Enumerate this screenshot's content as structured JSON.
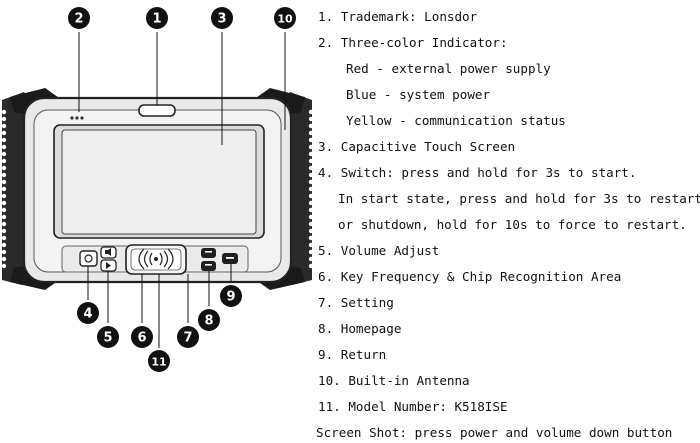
{
  "callouts": [
    "1",
    "2",
    "3",
    "4",
    "5",
    "6",
    "7",
    "8",
    "9",
    "10",
    "11"
  ],
  "legend": {
    "l1": "1. Trademark: Lonsdor",
    "l2": "2. Three-color Indicator:",
    "l2a": "Red - external power supply",
    "l2b": "Blue - system power",
    "l2c": "Yellow - communication status",
    "l3": "3. Capacitive Touch Screen",
    "l4": "4. Switch: press and hold for 3s to start.",
    "l4a": "In start state, press and hold for 3s to restart",
    "l4b": "or shutdown, hold for 10s to force to restart.",
    "l5": "5. Volume Adjust",
    "l6": "6. Key Frequency & Chip Recognition Area",
    "l7": "7. Setting",
    "l8": "8. Homepage",
    "l9": "9. Return",
    "l10": "10. Built-in Antenna",
    "l11": "11. Model Number: K518ISE",
    "screenshot": "Screen Shot: press power and volume down button"
  }
}
